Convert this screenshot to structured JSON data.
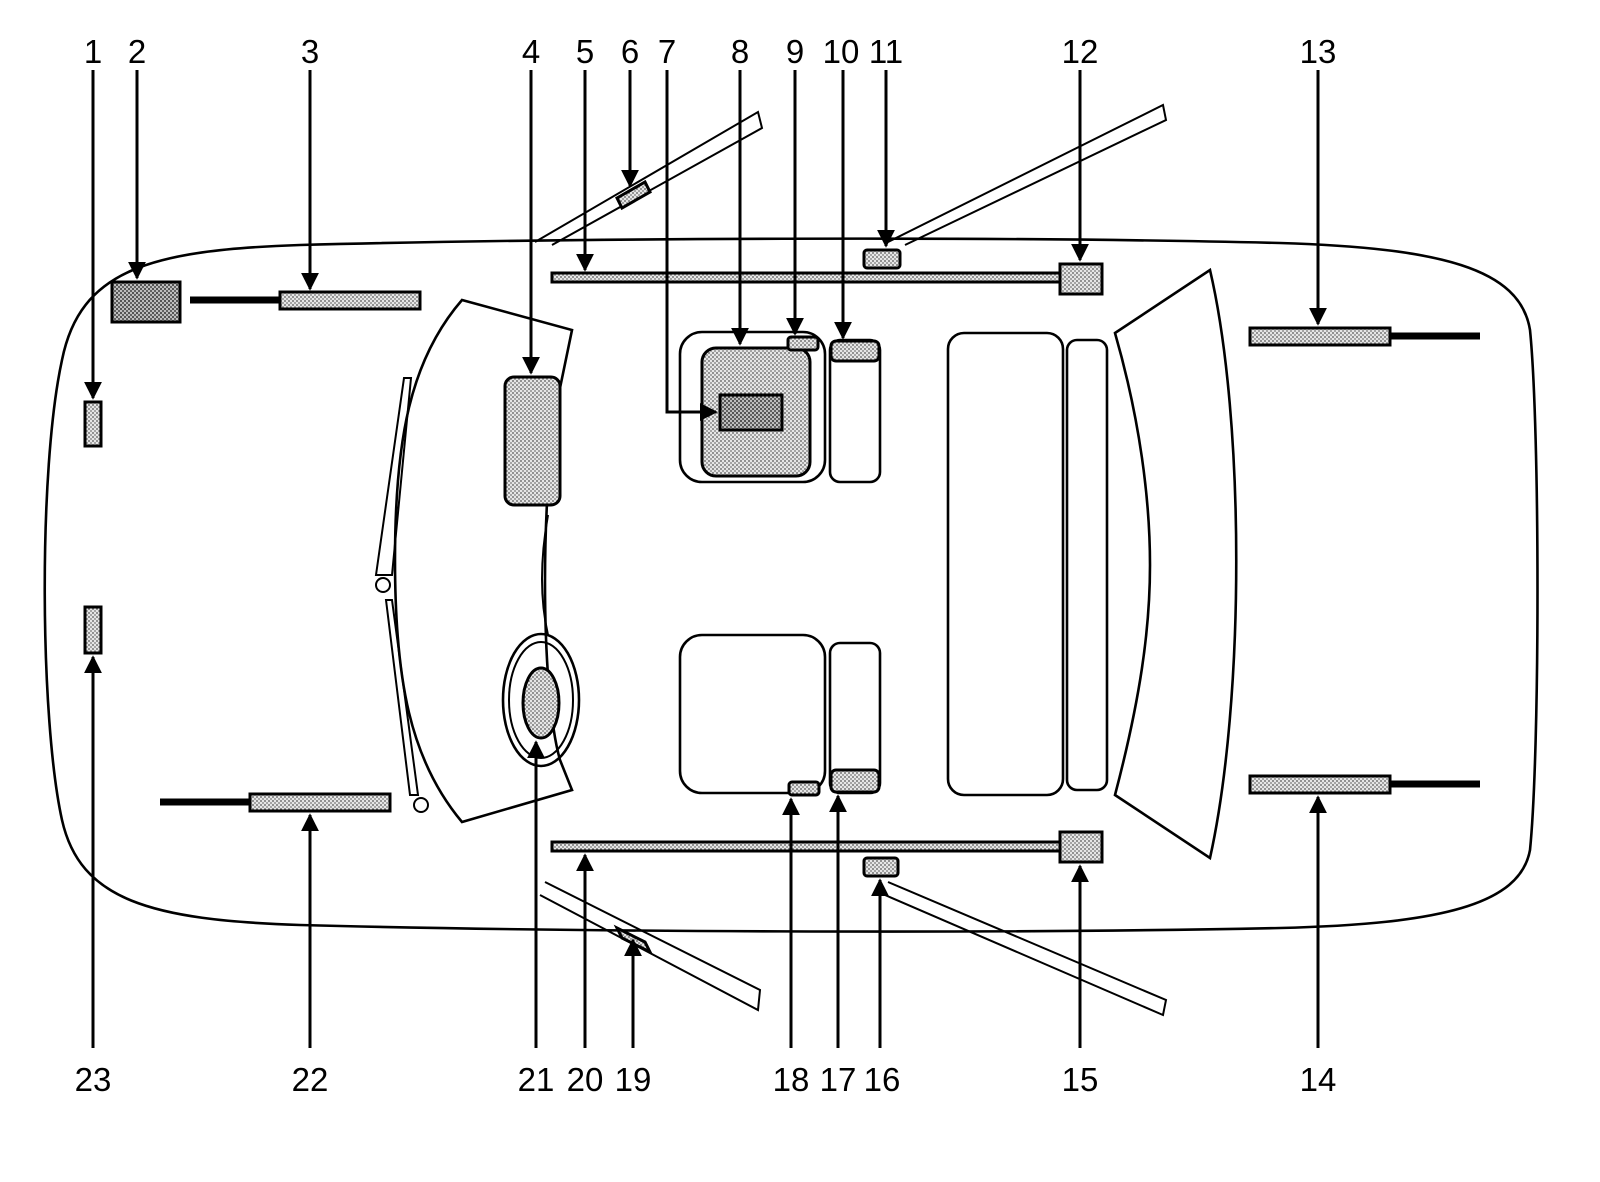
{
  "callouts_top": [
    "1",
    "2",
    "3",
    "4",
    "5",
    "6",
    "7",
    "8",
    "9",
    "10",
    "11",
    "12",
    "13"
  ],
  "callouts_bottom": [
    "23",
    "22",
    "21",
    "20",
    "19",
    "18",
    "17",
    "16",
    "15",
    "14"
  ]
}
